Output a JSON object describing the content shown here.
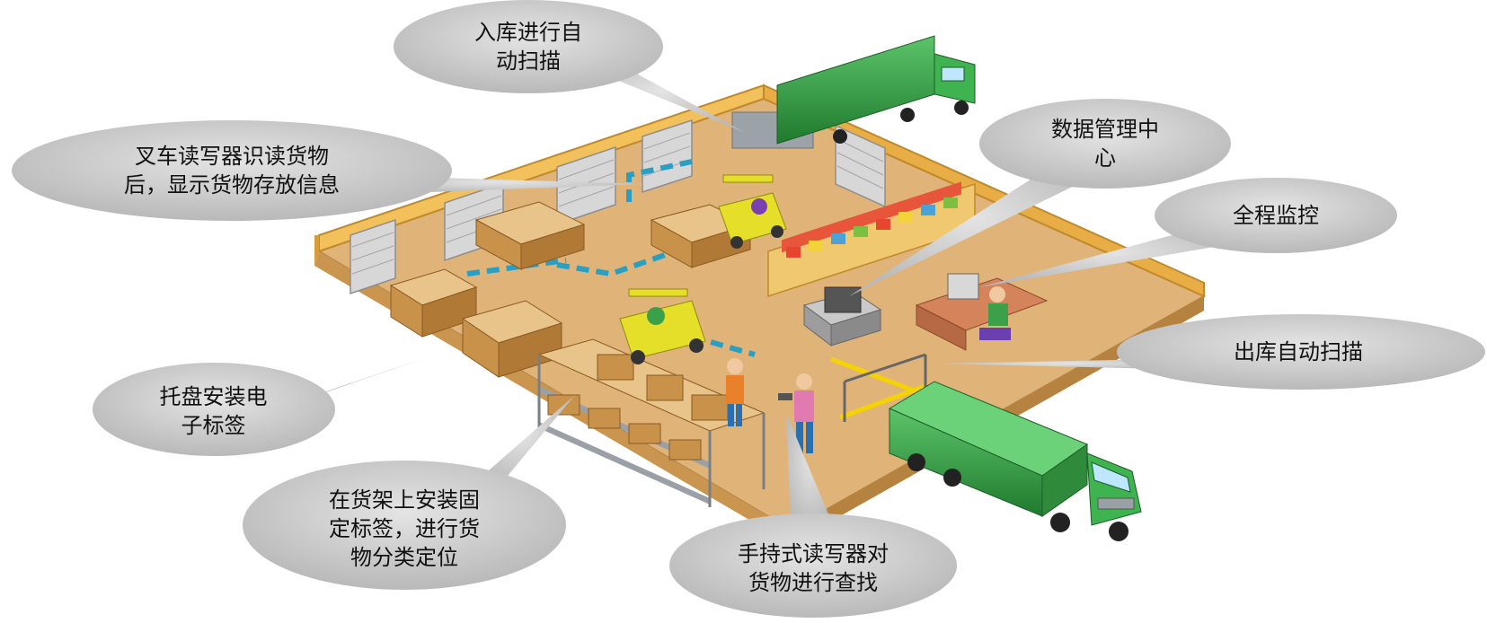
{
  "callouts": {
    "inbound_scan": {
      "lines": [
        "入库进行自",
        "动扫描"
      ]
    },
    "forklift_reader": {
      "lines": [
        "叉车读写器识读货物",
        "后，显示货物存放信息"
      ]
    },
    "data_center": {
      "lines": [
        "数据管理中",
        "心"
      ]
    },
    "full_monitoring": {
      "lines": [
        "全程监控"
      ]
    },
    "outbound_scan": {
      "lines": [
        "出库自动扫描"
      ]
    },
    "pallet_tag": {
      "lines": [
        "托盘安装电",
        "子标签"
      ]
    },
    "shelf_tag": {
      "lines": [
        "在货架上安装固",
        "定标签，进行货",
        "物分类定位"
      ]
    },
    "handheld_reader": {
      "lines": [
        "手持式读写器对",
        "货物进行查找"
      ]
    }
  },
  "colors": {
    "bubble": "#c8c8c8",
    "floor": "#e2b77a",
    "wall": "#f0b850",
    "truck_green": "#2f9a3f",
    "route_arrow": "#2a9fc4"
  }
}
